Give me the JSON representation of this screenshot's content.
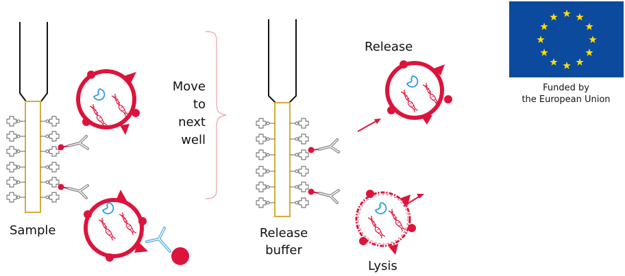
{
  "labels": {
    "sample": "Sample",
    "move_to_next_well": [
      "Move",
      "to",
      "next",
      "well"
    ],
    "release_buffer": [
      "Release",
      "buffer"
    ],
    "release": "Release",
    "lysis": "Lysis"
  },
  "eu_funding": {
    "caption_line1": "Funded by",
    "caption_line2": "the European Union",
    "star_count": 12
  },
  "colors": {
    "cell_red": "#dc143c",
    "tube_gold": "#d4aa3a",
    "pipette_black": "#111111",
    "antibody_gray": "#777777",
    "antibody_blue": "#5aa8e0",
    "plasmid_blue": "#2b9be0",
    "brace_pink": "#e8a0a8",
    "eu_blue": "#0c4a9e",
    "eu_star": "#ffdd00"
  }
}
